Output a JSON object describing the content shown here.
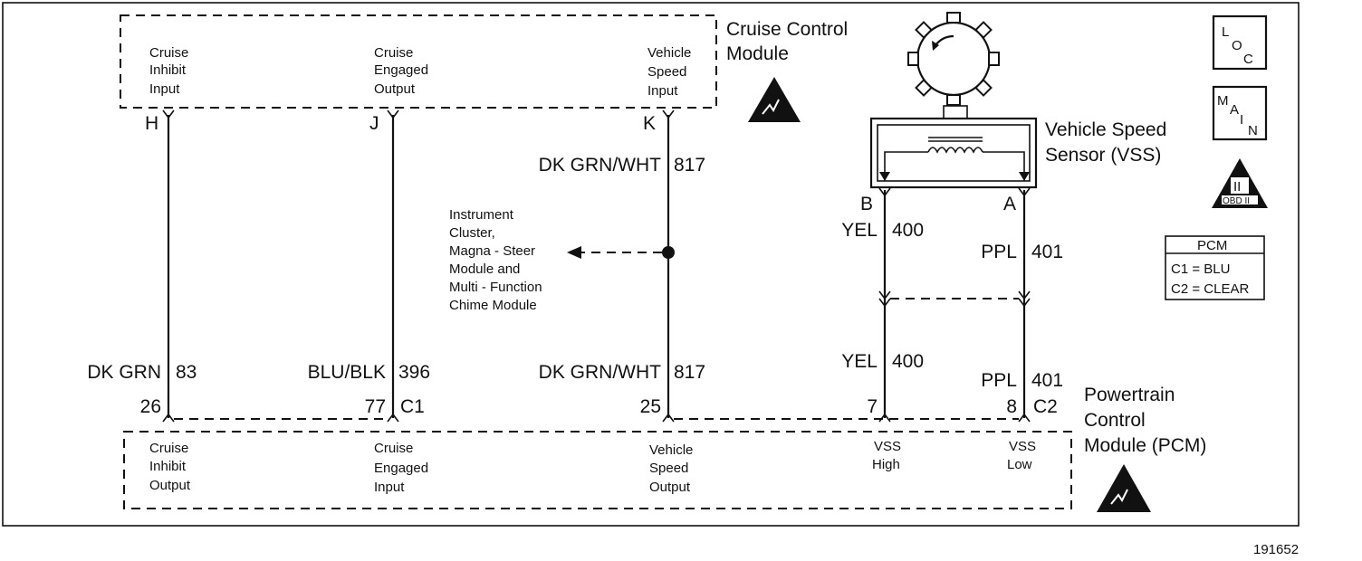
{
  "modules": {
    "cruise": {
      "title": [
        "Cruise Control",
        "Module"
      ],
      "inputs": [
        [
          "Cruise",
          "Inhibit",
          "Input"
        ],
        [
          "Cruise",
          "Engaged",
          "Output"
        ],
        [
          "Vehicle",
          "Speed",
          "Input"
        ]
      ],
      "pins": [
        "H",
        "J",
        "K"
      ]
    },
    "pcm": {
      "title": [
        "Powertrain",
        "Control",
        "Module (PCM)"
      ],
      "inputs": [
        [
          "Cruise",
          "Inhibit",
          "Output"
        ],
        [
          "Cruise",
          "Engaged",
          "Input"
        ],
        [
          "Vehicle",
          "Speed",
          "Output"
        ],
        [
          "VSS",
          "High"
        ],
        [
          "VSS",
          "Low"
        ]
      ],
      "pins": [
        "26",
        "77",
        "25",
        "7",
        "8"
      ],
      "connectors": [
        "C1",
        "C2"
      ]
    },
    "vss": {
      "title": [
        "Vehicle Speed",
        "Sensor (VSS)"
      ],
      "pins": [
        "B",
        "A"
      ]
    }
  },
  "wires": {
    "top_k": "DK GRN/WHT",
    "top_k_num": "817",
    "top_b": "YEL",
    "top_b_num": "400",
    "top_a": "PPL",
    "top_a_num": "401",
    "bottom": [
      {
        "color": "DK GRN",
        "num": "83"
      },
      {
        "color": "BLU/BLK",
        "num": "396"
      },
      {
        "color": "DK GRN/WHT",
        "num": "817"
      },
      {
        "color": "YEL",
        "num": "400"
      },
      {
        "color": "PPL",
        "num": "401"
      }
    ]
  },
  "splice_note": [
    "Instrument",
    "Cluster,",
    "Magna - Steer",
    "Module and",
    "Multi - Function",
    "Chime Module"
  ],
  "legend": {
    "loc_letters": [
      "L",
      "O",
      "C"
    ],
    "main_letters": [
      "M",
      "A",
      "I",
      "N"
    ],
    "obd_roman": "II",
    "obd_label": "OBD II",
    "pcm_title": "PCM",
    "pcm_rows": [
      "C1 = BLU",
      "C2 = CLEAR"
    ]
  },
  "figure_number": "191652"
}
